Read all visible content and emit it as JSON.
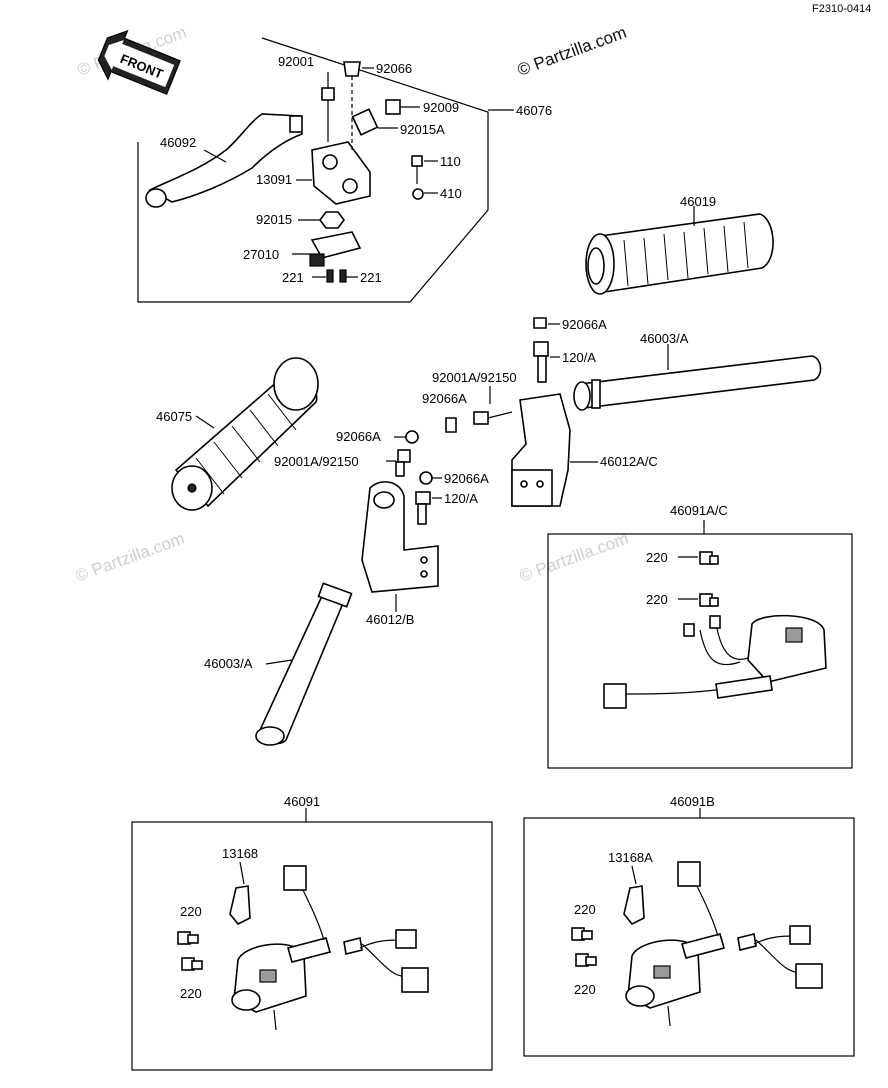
{
  "diagram_code": "F2310-0414",
  "watermark": "© Partzilla.com",
  "front_arrow": "FRONT",
  "labels": {
    "p92001": "92001",
    "p92066": "92066",
    "p92009": "92009",
    "p92015A": "92015A",
    "p46076": "46076",
    "p46092": "46092",
    "p110": "110",
    "p13091": "13091",
    "p410": "410",
    "p92015": "92015",
    "p27010": "27010",
    "p221a": "221",
    "p221b": "221",
    "p46019": "46019",
    "p92066A_1": "92066A",
    "p46003A_top": "46003/A",
    "p120A_1": "120/A",
    "p92001A_92150_1": "92001A/92150",
    "p92066A_2": "92066A",
    "p46075": "46075",
    "p92066A_3": "92066A",
    "p92001A_92150_2": "92001A/92150",
    "p92066A_4": "92066A",
    "p46012AC": "46012A/C",
    "p120A_2": "120/A",
    "p46091AC": "46091A/C",
    "p220_1": "220",
    "p220_2": "220",
    "p46012B": "46012/B",
    "p46003A_bottom": "46003/A",
    "p46091": "46091",
    "p13168": "13168",
    "p220_3": "220",
    "p220_4": "220",
    "p46091B": "46091B",
    "p13168A": "13168A",
    "p220_5": "220",
    "p220_6": "220"
  }
}
